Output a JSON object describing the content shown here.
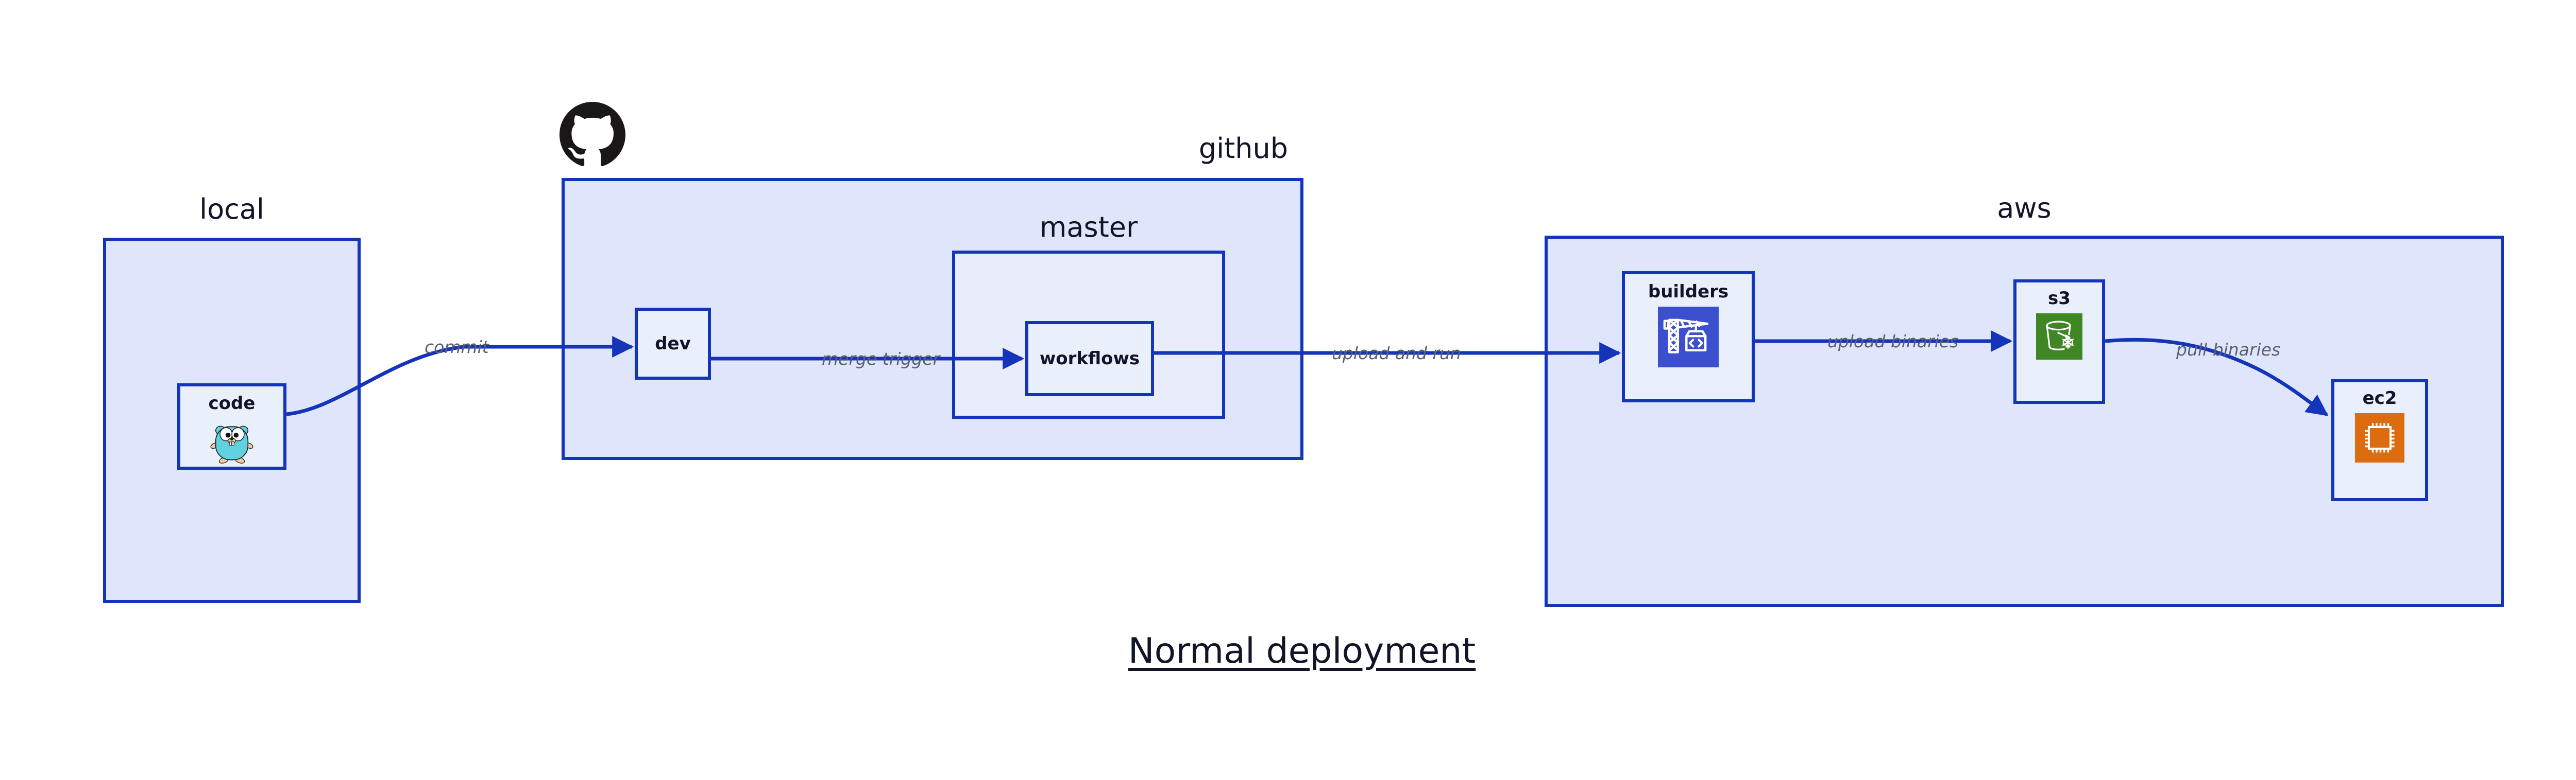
{
  "title": "Normal deployment",
  "colors": {
    "cluster_fill": "#dfe5fa",
    "nested_cluster_fill": "#e8ecfb",
    "node_fill": "#eaeffc",
    "border": "#1434ba",
    "edge": "#1434ba",
    "edge_label_text": "#5a6070",
    "label_text": "#121428",
    "codebuild_icon": "#3c4fcf",
    "s3_icon": "#3f8624",
    "ec2_icon": "#dd6b10",
    "gopher_body": "#5fd2e0",
    "octocat": "#191717"
  },
  "clusters": [
    {
      "id": "local",
      "label": "local"
    },
    {
      "id": "github",
      "label": "github"
    },
    {
      "id": "master",
      "label": "master"
    },
    {
      "id": "aws",
      "label": "aws"
    }
  ],
  "nodes": [
    {
      "id": "code",
      "label": "code",
      "icon": "go-gopher-icon"
    },
    {
      "id": "dev",
      "label": "dev",
      "icon": null
    },
    {
      "id": "workflows",
      "label": "workflows",
      "icon": null
    },
    {
      "id": "builders",
      "label": "builders",
      "icon": "aws-codebuild-icon"
    },
    {
      "id": "s3",
      "label": "s3",
      "icon": "aws-s3-glacier-icon"
    },
    {
      "id": "ec2",
      "label": "ec2",
      "icon": "aws-ec2-icon"
    }
  ],
  "edges": [
    {
      "id": "code-dev",
      "from": "code",
      "to": "dev",
      "label": "commit"
    },
    {
      "id": "dev-workflows",
      "from": "dev",
      "to": "workflows",
      "label": "merge trigger"
    },
    {
      "id": "workflows-build",
      "from": "workflows",
      "to": "builders",
      "label": "upload and run"
    },
    {
      "id": "builders-s3",
      "from": "builders",
      "to": "s3",
      "label": "upload binaries"
    },
    {
      "id": "s3-ec2",
      "from": "s3",
      "to": "ec2",
      "label": "pull binaries"
    }
  ],
  "logos": [
    {
      "id": "github-octocat",
      "icon": "github-octocat-icon"
    }
  ]
}
